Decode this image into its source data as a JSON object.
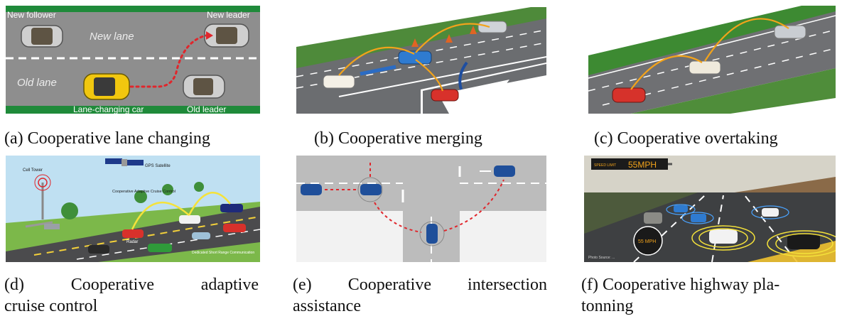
{
  "colors": {
    "road": "#8a8a8a",
    "grass_stripe": "#1f8a3a",
    "path_red": "#e0262c",
    "arc_orange": "#f2a31b",
    "arc_yellow": "#f5e23a",
    "sky": "#bfe0f2",
    "asphalt_dark": "#3d3d3f"
  },
  "panel_a": {
    "new_follower": "New follower",
    "new_leader": "New leader",
    "new_lane": "New lane",
    "old_lane": "Old lane",
    "lane_changing_car": "Lane-changing car",
    "old_leader": "Old leader"
  },
  "panel_d": {
    "cell_tower": "Cell Tower",
    "gps_satellite": "GPS Satellite",
    "cacc": "Cooperative Adaptive Cruise Control",
    "radar": "Radar",
    "dsrc": "Dedicated Short Range Communication"
  },
  "panel_f": {
    "sign_text": "55MPH",
    "sign_prefix": "SPEED LIMIT",
    "bubble_text": "55 MPH",
    "credit": "Photo Source: ..."
  },
  "captions": {
    "a": "(a) Cooperative lane changing",
    "b": "(b) Cooperative merging",
    "c": "(c) Cooperative overtaking",
    "d_line1_words": [
      "(d)",
      "Cooperative",
      "adaptive"
    ],
    "d_line2": "cruise control",
    "e_line1_words": [
      "(e)",
      "Cooperative",
      "intersection"
    ],
    "e_line2": "assistance",
    "f_line1": "(f) Cooperative highway pla-",
    "f_line2": "tonning"
  }
}
